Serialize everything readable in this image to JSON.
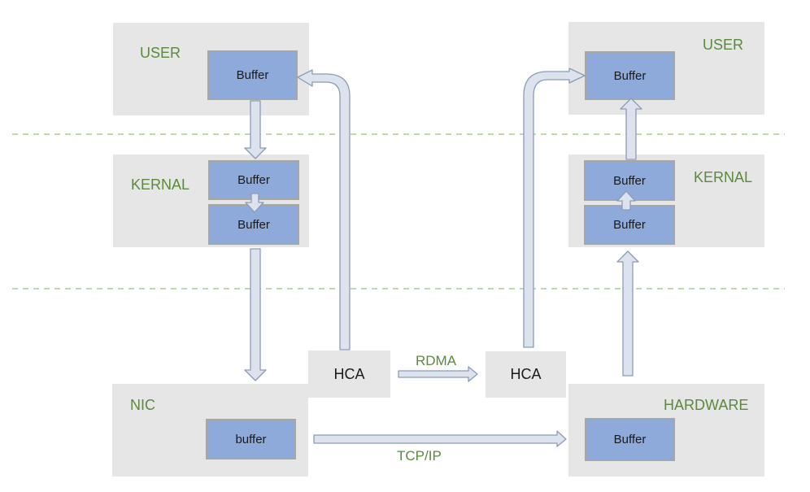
{
  "left_host": {
    "user": {
      "label": "USER",
      "buffer": "Buffer"
    },
    "kernel": {
      "label": "KERNAL",
      "buffer_top": "Buffer",
      "buffer_bottom": "Buffer"
    },
    "nic": {
      "label": "NIC",
      "buffer": "buffer"
    },
    "hca": "HCA"
  },
  "right_host": {
    "user": {
      "label": "USER",
      "buffer": "Buffer"
    },
    "kernel": {
      "label": "KERNAL",
      "buffer_top": "Buffer",
      "buffer_bottom": "Buffer"
    },
    "hardware": {
      "label": "HARDWARE",
      "buffer": "Buffer"
    },
    "hca": "HCA"
  },
  "links": {
    "rdma": "RDMA",
    "tcpip": "TCP/IP"
  },
  "colors": {
    "panel": "#e6e6e6",
    "buffer_fill": "#8eaadb",
    "buffer_border": "#a6a6a6",
    "arrow_fill": "#dde3ee",
    "arrow_stroke": "#8c9bb5",
    "label_green": "#5b8a3c",
    "divider": "#a9d18e"
  }
}
